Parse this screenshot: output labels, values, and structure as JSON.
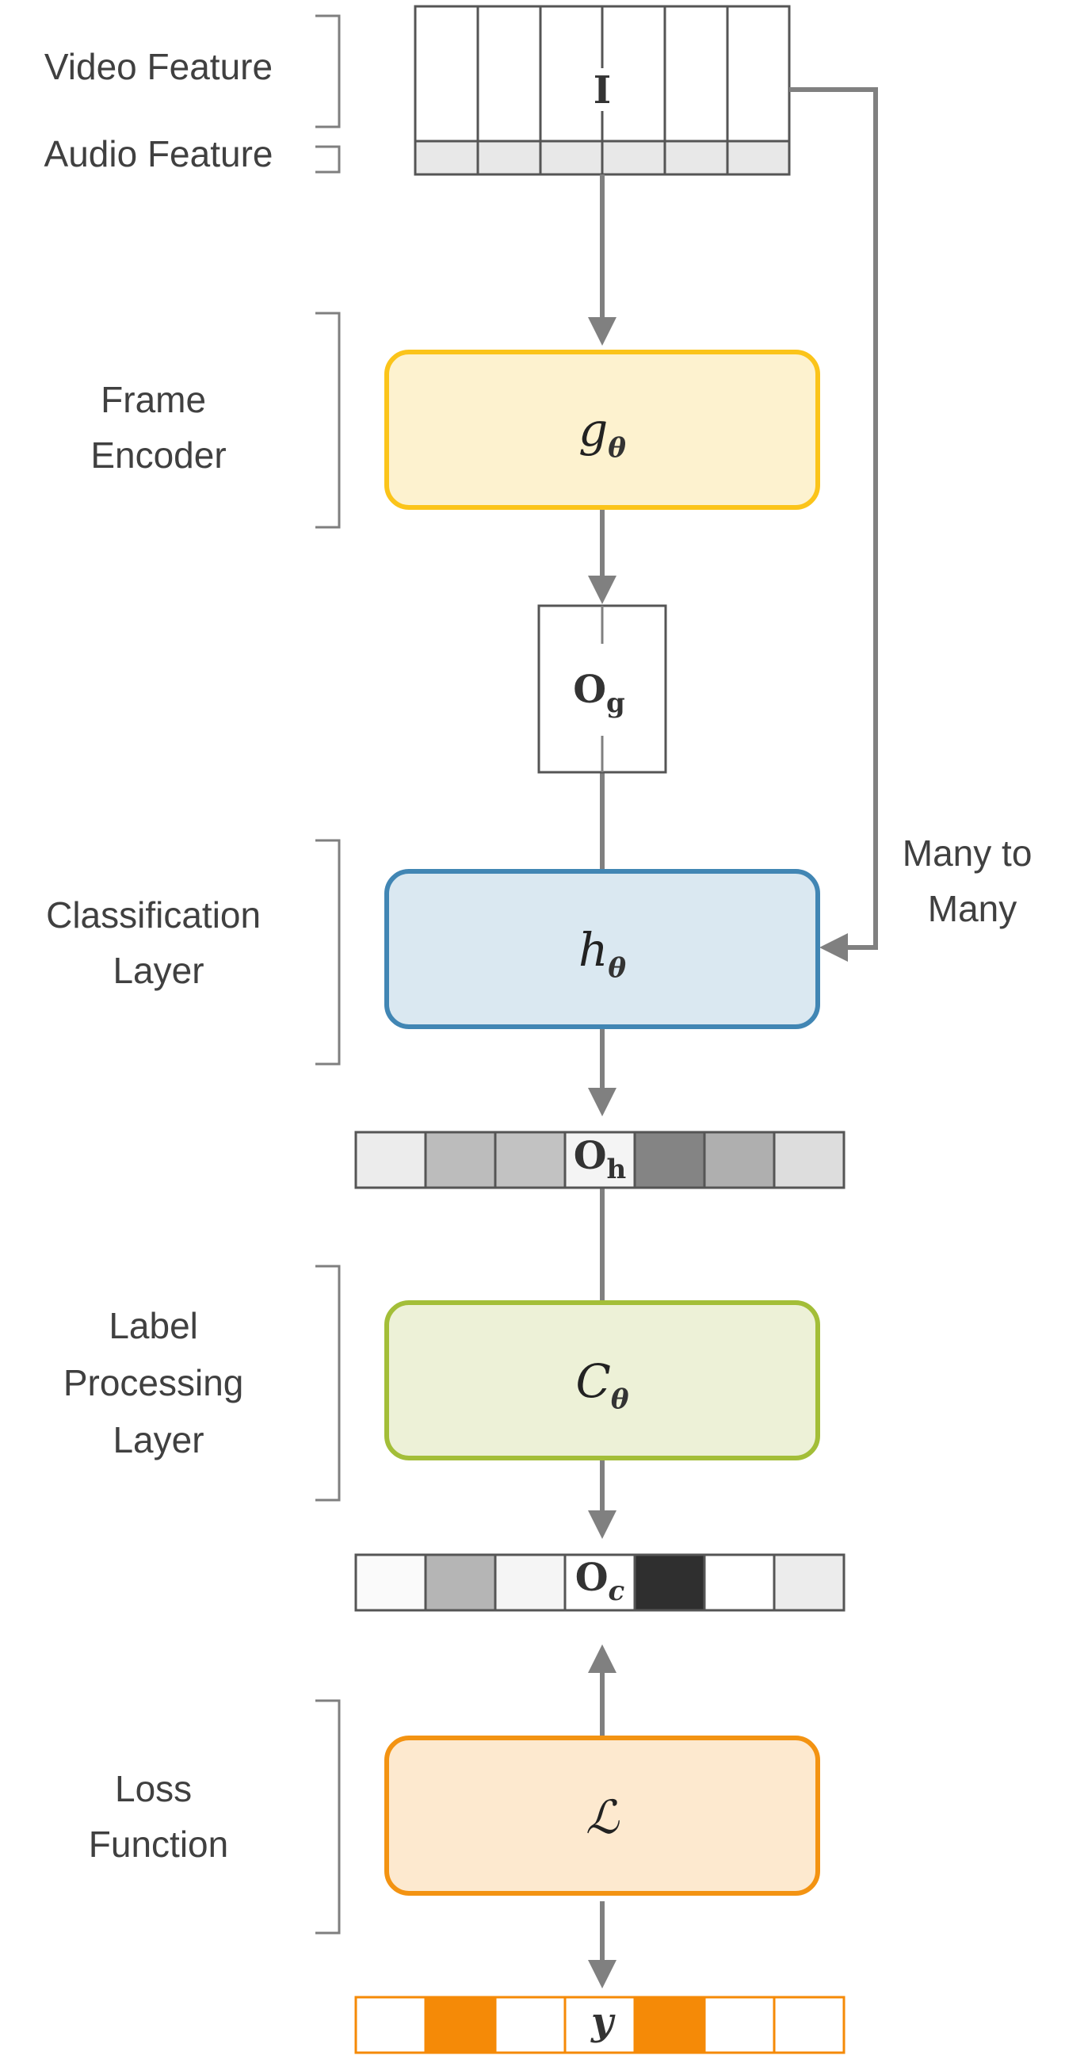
{
  "labels": {
    "video_feature": "Video Feature",
    "audio_feature": "Audio Feature",
    "frame_encoder": [
      "Frame",
      "Encoder"
    ],
    "classification_layer": [
      "Classification",
      "Layer"
    ],
    "label_processing_layer": [
      "Label",
      "Processing",
      "Layer"
    ],
    "loss_function": [
      "Loss",
      "Function"
    ],
    "many_to_many": [
      "Many to",
      "Many"
    ]
  },
  "symbols": {
    "input": "I",
    "frame_encoder": {
      "main": "g",
      "sub": "θ"
    },
    "encoder_output": {
      "main": "O",
      "sub": "g"
    },
    "classifier": {
      "main": "h",
      "sub": "θ"
    },
    "classifier_output": {
      "main": "O",
      "sub": "h"
    },
    "label_processor": {
      "main": "C",
      "sub": "θ"
    },
    "processor_output": {
      "main": "O",
      "sub": "c"
    },
    "loss": "ℒ",
    "target": "y"
  },
  "colors": {
    "frame_encoder": {
      "fill": "#fdf2cf",
      "stroke": "#fbc41a"
    },
    "classifier": {
      "fill": "#dae8f1",
      "stroke": "#4186b4"
    },
    "label_processor": {
      "fill": "#edf1d7",
      "stroke": "#a3be38"
    },
    "loss": {
      "fill": "#fde9cf",
      "stroke": "#f39312"
    },
    "target": "#f58a07",
    "connector": "#808080"
  },
  "vectors": {
    "classifier_output_shades": [
      "#ececec",
      "#bcbcbc",
      "#c2c2c2",
      "#f4f4f4",
      "#848484",
      "#afafaf",
      "#dddddd"
    ],
    "processor_output_shades": [
      "#fafafa",
      "#b5b5b5",
      "#f5f5f5",
      "#ffffff",
      "#2f2f2f",
      "#ffffff",
      "#ececec"
    ],
    "target_active": [
      false,
      true,
      false,
      false,
      true,
      false,
      false
    ]
  }
}
